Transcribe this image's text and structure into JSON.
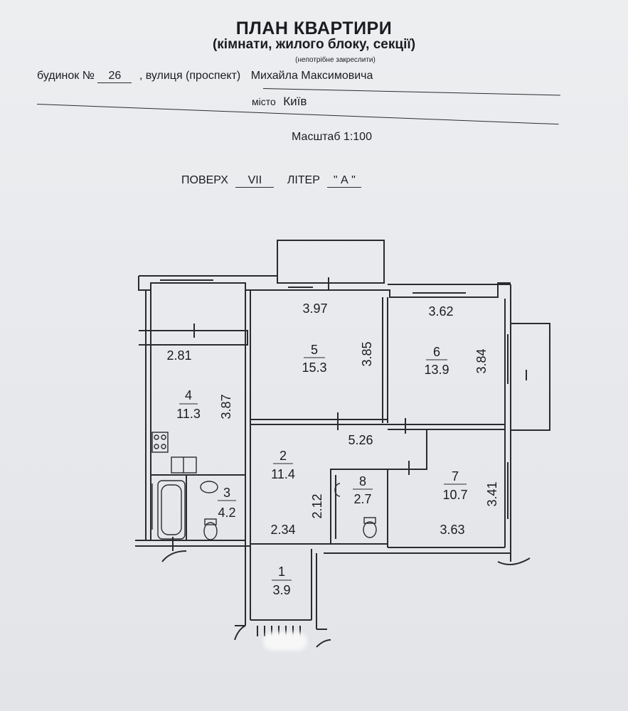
{
  "header": {
    "title": "ПЛАН КВАРТИРИ",
    "subtitle": "(кімнати, жилого блоку, секції)",
    "subtitle_note": "(непотрібне закреслити)"
  },
  "address": {
    "house_label": "будинок №",
    "house_number": "26",
    "street_label": ", вулиця (проспект)",
    "street_value": "Михайла Максимовича",
    "city_label": "місто",
    "city_value": "Київ"
  },
  "scale": {
    "label": "Масштаб 1:100"
  },
  "floor": {
    "floor_label": "ПОВЕРХ",
    "floor_value": "VII",
    "letter_label": "ЛІТЕР",
    "letter_value": "\" А \""
  },
  "plan": {
    "rooms": [
      {
        "number": "1",
        "area": "3.9"
      },
      {
        "number": "2",
        "area": "11.4"
      },
      {
        "number": "3",
        "area": "4.2"
      },
      {
        "number": "4",
        "area": "11.3"
      },
      {
        "number": "5",
        "area": "15.3"
      },
      {
        "number": "6",
        "area": "13.9"
      },
      {
        "number": "7",
        "area": "10.7"
      },
      {
        "number": "8",
        "area": "2.7"
      }
    ],
    "dimensions": {
      "room4_width": "2.81",
      "room4_length": "3.87",
      "room5_width": "3.97",
      "room5_length": "3.85",
      "room6_width": "3.62",
      "room6_length": "3.84",
      "room2_width": "5.26",
      "room2_bottom": "2.34",
      "room2_side": "2.12",
      "room7_length": "3.41",
      "room7_width": "3.63"
    }
  },
  "colors": {
    "ink": "#1b1c1f",
    "paper": "#e9ebee"
  }
}
